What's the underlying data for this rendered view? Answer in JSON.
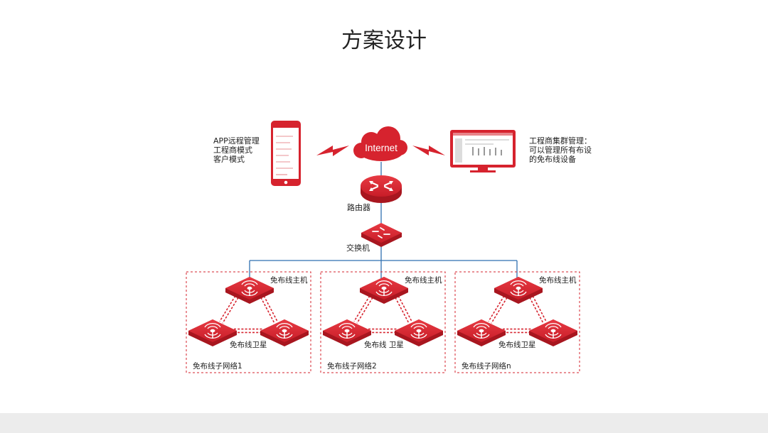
{
  "title": "方案设计",
  "colors": {
    "accent": "#d6232e",
    "link": "#2f6fb0",
    "footer": "#ececec"
  },
  "app_label": [
    "APP远程管理",
    "工程商模式",
    "客户模式"
  ],
  "cloud_label": "Internet",
  "engineer_label": [
    "工程商集群管理：",
    "可以管理所有布设",
    "的免布线设备"
  ],
  "router_label": "路由器",
  "switch_label": "交换机",
  "subnets": [
    {
      "main_label": "免布线主机",
      "satellite_label": "免布线卫星",
      "net_label": "免布线子网络1"
    },
    {
      "main_label": "免布线主机",
      "satellite_label": "免布线 卫星",
      "net_label": "免布线子网络2"
    },
    {
      "main_label": "免布线主机",
      "satellite_label": "免布线卫星",
      "net_label": "免布线子网络n"
    }
  ]
}
